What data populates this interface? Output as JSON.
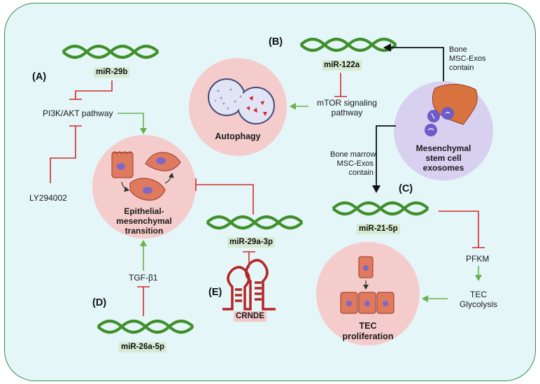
{
  "panels": {
    "a": "(A)",
    "b": "(B)",
    "c": "(C)",
    "d": "(D)",
    "e": "(E)"
  },
  "mirnas": {
    "mir29b": "miR-29b",
    "mir122a": "miR-122a",
    "mir21": "miR-21-5p",
    "mir29a": "miR-29a-3p",
    "mir26a": "miR-26a-5p"
  },
  "nodes": {
    "pi3k": "PI3K/AKT pathway",
    "ly": "LY294002",
    "mtor1": "mTOR signaling",
    "mtor2": "pathway",
    "autophagy": "Autophagy",
    "emt1": "Epithelial-",
    "emt2": "mesenchymal",
    "emt3": "transition",
    "msc1": "Mesenchymal",
    "msc2": "stem cell",
    "msc3": "exosomes",
    "bone1": "Bone",
    "bone2": "MSC-Exos",
    "bone3": "contain",
    "bm1": "Bone marrow",
    "bm2": "MSC-Exos",
    "bm3": "contain",
    "pfkm": "PFKM",
    "tec1": "TEC",
    "tec2": "Glycolysis",
    "tecp1": "TEC",
    "tecp2": "proliferation",
    "tgf": "TGF-β1",
    "crnde": "CRNDE"
  },
  "colors": {
    "inhibit": "#d42a2a",
    "activate": "#6ab04c",
    "dna": "#3f8f2a",
    "circle_pink": "#f5cccc",
    "circle_purple": "#d8d0ef",
    "background": "#e4f6f8"
  }
}
